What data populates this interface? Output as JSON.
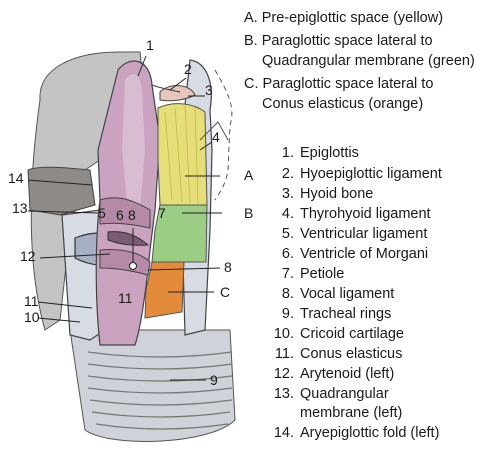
{
  "legend": {
    "a": "A. Pre-epiglottic space (yellow)",
    "b_line1": "B. Paraglottic space lateral to",
    "b_line2": "Quadrangular membrane (green)",
    "c_line1": "C. Paraglottic space lateral to",
    "c_line2": "Conus elasticus (orange)"
  },
  "key": [
    {
      "num": "1.",
      "label": "Epiglottis"
    },
    {
      "num": "2.",
      "label": "Hyoepiglottic ligament"
    },
    {
      "num": "3.",
      "label": "Hyoid bone"
    },
    {
      "num": "4.",
      "label": "Thyrohyoid ligament"
    },
    {
      "num": "5.",
      "label": "Ventricular ligament"
    },
    {
      "num": "6.",
      "label": "Ventricle of Morgani"
    },
    {
      "num": "7.",
      "label": "Petiole"
    },
    {
      "num": "8.",
      "label": "Vocal ligament"
    },
    {
      "num": "9.",
      "label": "Tracheal rings"
    },
    {
      "num": "10.",
      "label": "Cricoid cartilage"
    },
    {
      "num": "11.",
      "label": "Conus elasticus"
    },
    {
      "num": "12.",
      "label": "Arytenoid (left)"
    },
    {
      "num": "13.",
      "label": "Quadrangular membrane (left)",
      "line1": "Quadrangular",
      "line2": "membrane (left)"
    },
    {
      "num": "14.",
      "label": "Aryepiglottic fold (left)"
    }
  ],
  "callouts": {
    "n1": "1",
    "n2": "2",
    "n3": "3",
    "n4": "4",
    "n5": "5",
    "n6": "6",
    "n7": "7",
    "n8_top": "8",
    "n8_right": "8",
    "n9": "9",
    "n10": "10",
    "n11_left": "11",
    "n11_mid": "11",
    "n12": "12",
    "n13": "13",
    "n14": "14",
    "a": "A",
    "b": "B",
    "c": "C"
  },
  "colors": {
    "pre_epiglottic_space": "#e8e07a",
    "paraglottic_quadrangular": "#9ecf86",
    "paraglottic_conus": "#e58b3a",
    "epiglottis": "#c9a3bf",
    "cartilage": "#d9dde4",
    "background_tissue": "#bfbfbf"
  }
}
